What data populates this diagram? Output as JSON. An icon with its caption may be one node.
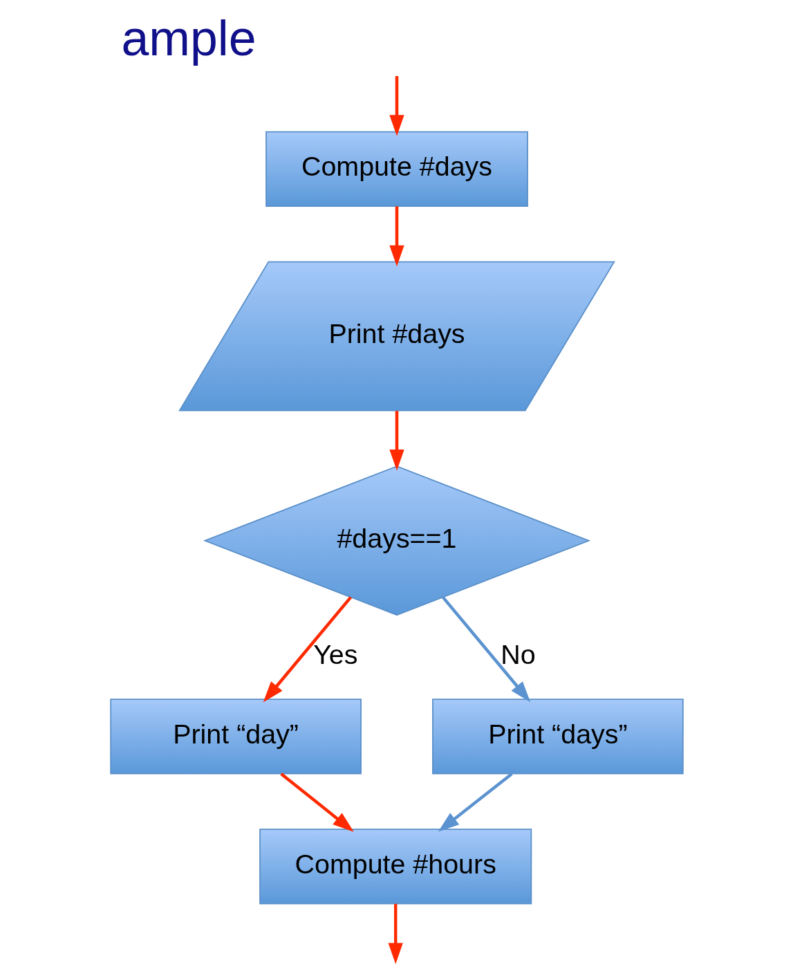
{
  "diagram": {
    "title": "ample",
    "nodes": [
      {
        "text": [
          "Compute #days"
        ]
      },
      {
        "text": [
          "Print #days"
        ]
      },
      {
        "text": [
          "#days==1"
        ]
      },
      {
        "text": [
          "Print “day”"
        ]
      },
      {
        "text": [
          "Print “days”"
        ]
      },
      {
        "text": [
          "Compute #hours"
        ]
      }
    ],
    "edges": [
      {
        "from": null,
        "to": 0,
        "arrow": "to"
      },
      {
        "from": 0,
        "to": 1,
        "arrow": "to"
      },
      {
        "from": 1,
        "to": 2,
        "arrow": "to"
      },
      {
        "from": 2,
        "to": 3,
        "arrow": "to",
        "label": "Yes"
      },
      {
        "from": 2,
        "to": 4,
        "arrow": "to",
        "label": "No",
        "color": "#5b93d0"
      },
      {
        "from": 3,
        "to": 5,
        "arrow": "to"
      },
      {
        "from": 4,
        "to": 5,
        "arrow": "to",
        "color": "#5b93d0"
      },
      {
        "from": 5,
        "to": null,
        "arrow": "to"
      }
    ]
  }
}
